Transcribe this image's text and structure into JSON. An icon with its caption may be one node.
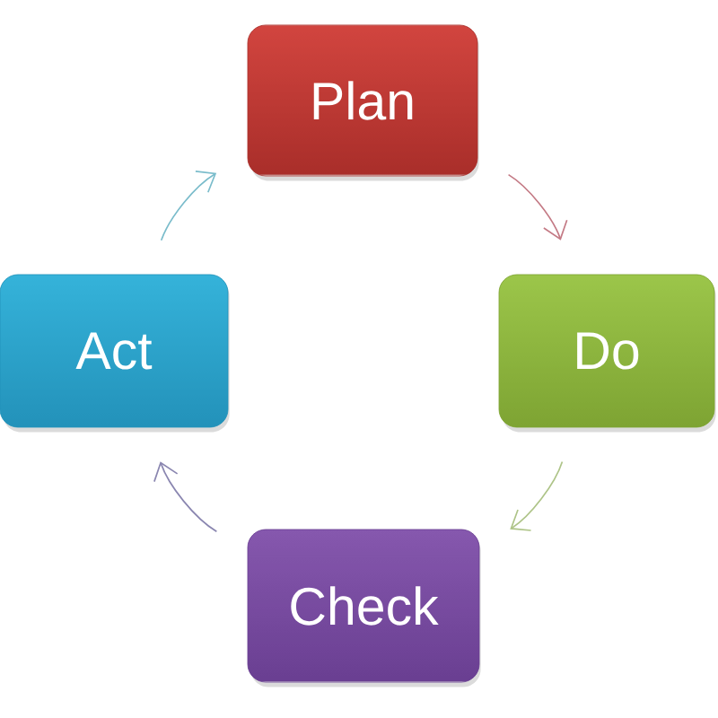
{
  "diagram": {
    "nodes": [
      {
        "text": [
          "Plan"
        ]
      },
      {
        "text": [
          "Do"
        ]
      },
      {
        "text": [
          "Check"
        ]
      },
      {
        "text": [
          "Act"
        ]
      }
    ],
    "edges": [
      {
        "from": 0,
        "to": 1,
        "arrow": "to",
        "color": "#c47a85"
      },
      {
        "from": 1,
        "to": 2,
        "arrow": "to",
        "color": "#aec488"
      },
      {
        "from": 2,
        "to": 3,
        "arrow": "to",
        "color": "#8a86b0"
      },
      {
        "from": 3,
        "to": 0,
        "arrow": "to",
        "color": "#7abccb"
      }
    ]
  }
}
